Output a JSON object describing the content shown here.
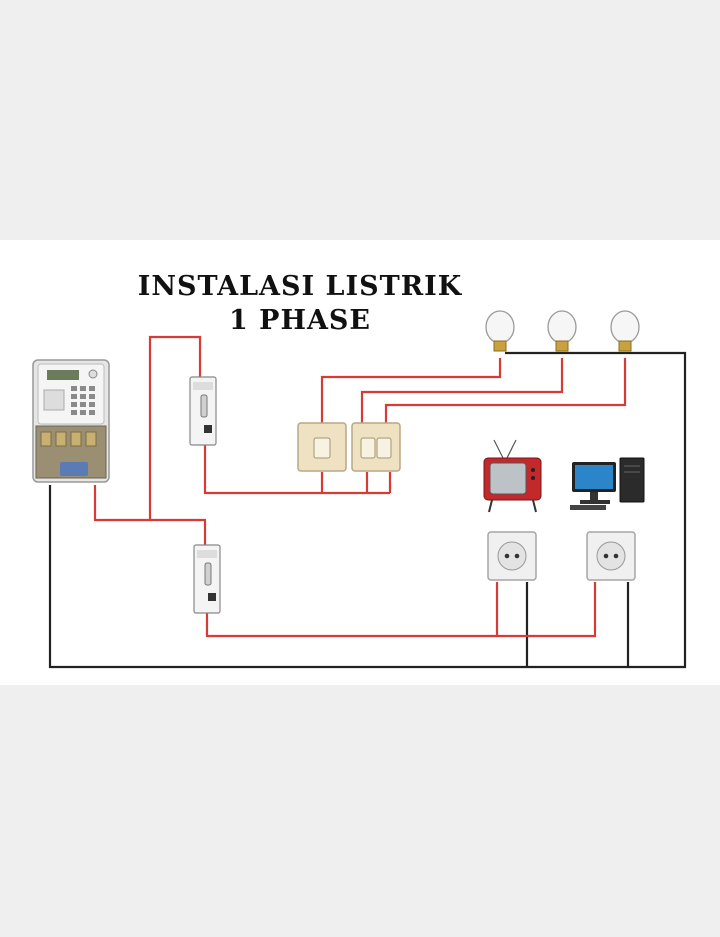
{
  "diagram": {
    "title_line1": "INSTALASI LISTRIK",
    "title_line2": "1 PHASE",
    "components": {
      "meter": "kwh-meter",
      "breakers": [
        "mcb-lighting",
        "mcb-sockets"
      ],
      "switches": [
        "single-switch",
        "double-switch"
      ],
      "lamps": [
        "lamp-1",
        "lamp-2",
        "lamp-3"
      ],
      "sockets": [
        "socket-tv",
        "socket-computer"
      ],
      "loads": [
        "television",
        "computer"
      ]
    },
    "colors": {
      "phase_wire": "#d83a35",
      "neutral_wire": "#222222",
      "switch_plate": "#efe2c2"
    }
  }
}
